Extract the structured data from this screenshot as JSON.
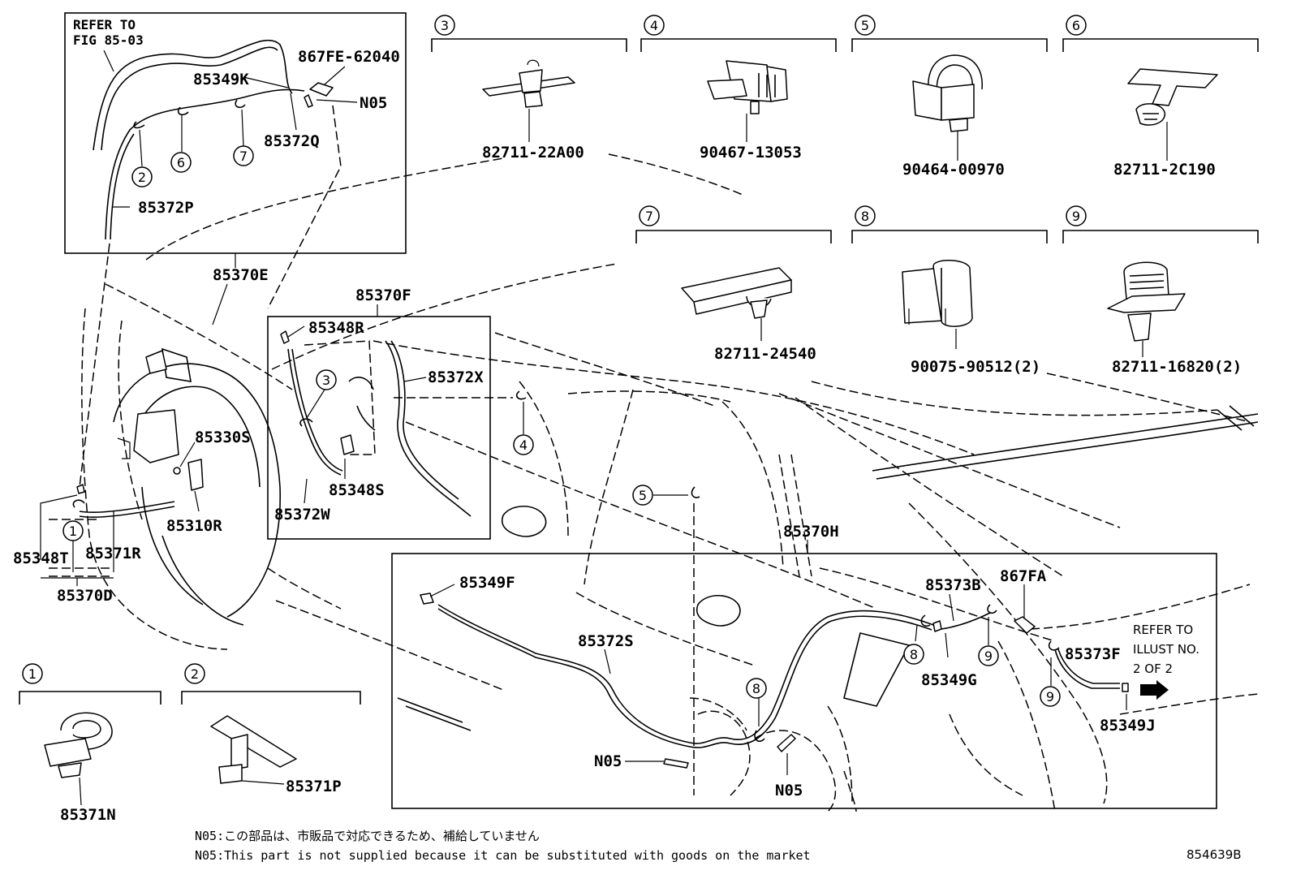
{
  "labels": {
    "refer_fig_line1": "REFER TO",
    "refer_fig_line2": "FIG 85-03",
    "p867FE": "867FE-62040",
    "p85349K": "85349K",
    "n05_top": "N05",
    "p85372Q": "85372Q",
    "p85372P": "85372P",
    "p85370E": "85370E",
    "p85370F": "85370F",
    "p85348R": "85348R",
    "p85372X": "85372X",
    "p85330S": "85330S",
    "p85348S": "85348S",
    "p85372W": "85372W",
    "p85310R": "85310R",
    "p85348T": "85348T",
    "p85371R": "85371R",
    "p85370D": "85370D",
    "p85370H": "85370H",
    "p85349F": "85349F",
    "p85373B": "85373B",
    "p867FA": "867FA",
    "p85372S": "85372S",
    "p85373F": "85373F",
    "p85349G": "85349G",
    "p85349J": "85349J",
    "n05_mid": "N05",
    "n05_low": "N05",
    "refer_illust_1": "REFER TO",
    "refer_illust_2": "ILLUST NO.",
    "refer_illust_3": "2 OF 2",
    "p85371N": "85371N",
    "p85371P": "85371P"
  },
  "clips": [
    {
      "num": "3",
      "part": "82711-22A00"
    },
    {
      "num": "4",
      "part": "90467-13053"
    },
    {
      "num": "5",
      "part": "90464-00970"
    },
    {
      "num": "6",
      "part": "82711-2C190"
    },
    {
      "num": "7",
      "part": "82711-24540"
    },
    {
      "num": "8",
      "part": "90075-90512(2)"
    },
    {
      "num": "9",
      "part": "82711-16820(2)"
    },
    {
      "num": "1",
      "part": "85371N"
    },
    {
      "num": "2",
      "part": "85371P"
    }
  ],
  "callouts": {
    "c2": "2",
    "c6": "6",
    "c7": "7",
    "c3": "3",
    "c4": "4",
    "c1": "1",
    "c5": "5",
    "c8a": "8",
    "c8b": "8",
    "c9a": "9",
    "c9b": "9"
  },
  "notes": {
    "jp": "N05:この部品は、市販品で対応できるため、補給していません",
    "en": "N05:This part is not supplied because it can be substituted with goods on the market",
    "code": "854639B"
  }
}
